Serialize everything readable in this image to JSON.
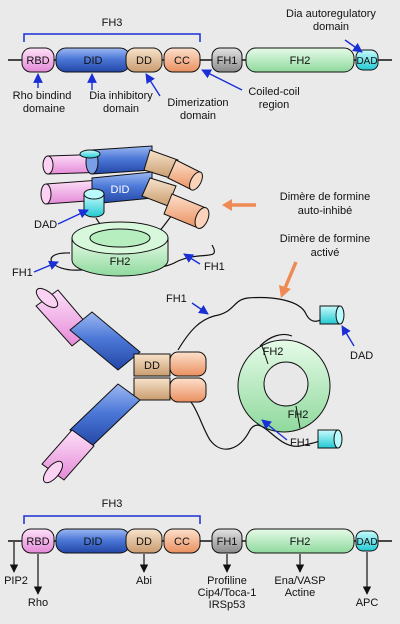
{
  "top_bar": {
    "bracket": "FH3",
    "domains": [
      "RBD",
      "DID",
      "DD",
      "CC",
      "FH1",
      "FH2",
      "DAD"
    ],
    "labels": {
      "rbd": [
        "Rho bindind",
        "domaine"
      ],
      "did": [
        "Dia inhibitory",
        "domain"
      ],
      "dd": [
        "Dimerization",
        "domain"
      ],
      "cc": [
        "Coiled-coil",
        "region"
      ],
      "dad": [
        "Dia autoregulatory",
        "domain"
      ]
    }
  },
  "middle": {
    "autoinhibited": [
      "Dimère de formine",
      "auto-inhibé"
    ],
    "active": [
      "Dimère de formine",
      "activé"
    ],
    "did": "DID",
    "dad": "DAD",
    "fh1": "FH1",
    "fh2": "FH2",
    "dd": "DD"
  },
  "bottom_bar": {
    "bracket": "FH3",
    "domains": [
      "RBD",
      "DID",
      "DD",
      "CC",
      "FH1",
      "FH2",
      "DAD"
    ],
    "partners": {
      "pip2": "PIP2",
      "rho": "Rho",
      "abi": "Abi",
      "fh1": [
        "Profiline",
        "Cip4/Toca-1",
        "IRSp53"
      ],
      "fh2": [
        "Ena/VASP",
        "Actine"
      ],
      "dad": "APC"
    }
  },
  "colors": {
    "rbd": "#f5b4ec",
    "did": "#4d79d8",
    "dd": "#e5c29c",
    "cc": "#f7b489",
    "fh1": "#a8a8a8",
    "fh2": "#b7eec0",
    "dad": "#53ebf0",
    "blue_arrows": "#1b2fd6",
    "orange_arrows": "#f08a55"
  }
}
